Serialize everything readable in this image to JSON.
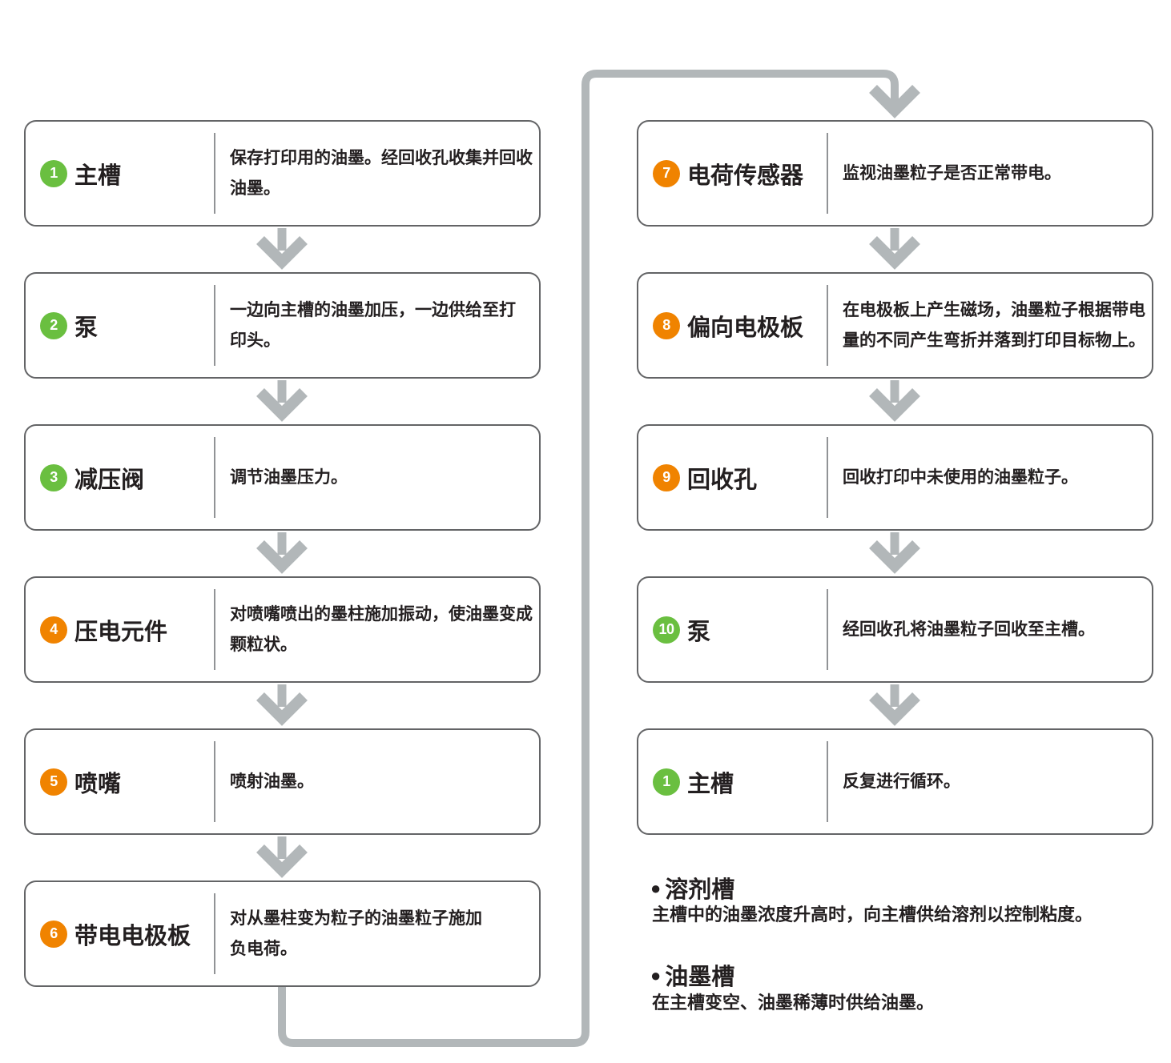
{
  "colors": {
    "badge_green": "#6abf40",
    "badge_orange": "#f08300",
    "connector_gray": "#b2b7b9",
    "box_border_gray": "#636466",
    "text_dark": "#231f20"
  },
  "flow": {
    "left_column": [
      {
        "number": "1",
        "badge_color": "green",
        "label": "主槽",
        "description": "保存打印用的油墨。经回收孔收集并回收\n油墨。"
      },
      {
        "number": "2",
        "badge_color": "green",
        "label": "泵",
        "description": "一边向主槽的油墨加压，一边供给至打\n印头。"
      },
      {
        "number": "3",
        "badge_color": "green",
        "label": "减压阀",
        "description": "调节油墨压力。"
      },
      {
        "number": "4",
        "badge_color": "orange",
        "label": "压电元件",
        "description": "对喷嘴喷出的墨柱施加振动，使油墨变成\n颗粒状。"
      },
      {
        "number": "5",
        "badge_color": "orange",
        "label": "喷嘴",
        "description": "喷射油墨。"
      },
      {
        "number": "6",
        "badge_color": "orange",
        "label": "带电电极板",
        "description": "对从墨柱变为粒子的油墨粒子施加\n负电荷。"
      }
    ],
    "right_column": [
      {
        "number": "7",
        "badge_color": "orange",
        "label": "电荷传感器",
        "description": "监视油墨粒子是否正常带电。"
      },
      {
        "number": "8",
        "badge_color": "orange",
        "label": "偏向电极板",
        "description": "在电极板上产生磁场，油墨粒子根据带电\n量的不同产生弯折并落到打印目标物上。"
      },
      {
        "number": "9",
        "badge_color": "orange",
        "label": "回收孔",
        "description": "回收打印中未使用的油墨粒子。"
      },
      {
        "number": "10",
        "badge_color": "green",
        "label": "泵",
        "description": "经回收孔将油墨粒子回收至主槽。"
      },
      {
        "number": "1",
        "badge_color": "green",
        "label": "主槽",
        "description": "反复进行循环。"
      }
    ]
  },
  "notes": [
    {
      "bullet": "●",
      "title": "溶剂槽",
      "description": "主槽中的油墨浓度升高时，向主槽供给溶剂以控制粘度。"
    },
    {
      "bullet": "●",
      "title": "油墨槽",
      "description": "在主槽变空、油墨稀薄时供给油墨。"
    }
  ]
}
